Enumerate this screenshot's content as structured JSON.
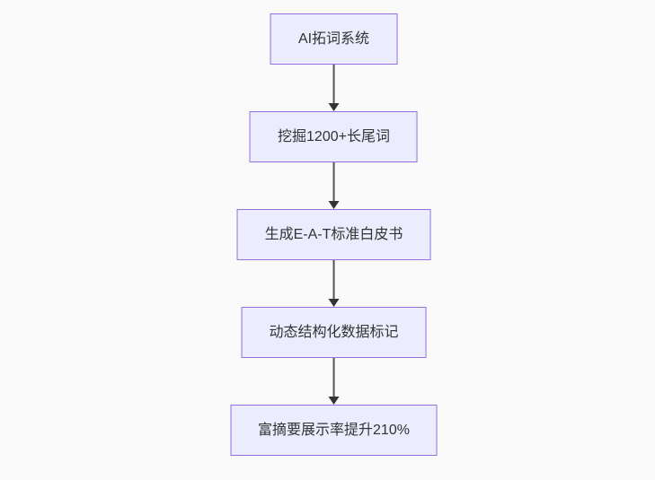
{
  "diagram": {
    "type": "flowchart",
    "direction": "top-down",
    "nodes": [
      {
        "label": "AI拓词系统"
      },
      {
        "label": "挖掘1200+长尾词"
      },
      {
        "label": "生成E-A-T标准白皮书"
      },
      {
        "label": "动态结构化数据标记"
      },
      {
        "label": "富摘要展示率提升210%"
      }
    ],
    "edges": [
      {
        "from": 0,
        "to": 1
      },
      {
        "from": 1,
        "to": 2
      },
      {
        "from": 2,
        "to": 3
      },
      {
        "from": 3,
        "to": 4
      }
    ],
    "colors": {
      "node_fill": "#ECECFF",
      "node_border": "#9370DB",
      "node_text": "#333333",
      "edge_line": "#555555",
      "arrowhead": "#333333",
      "background": "#fafafa"
    }
  }
}
